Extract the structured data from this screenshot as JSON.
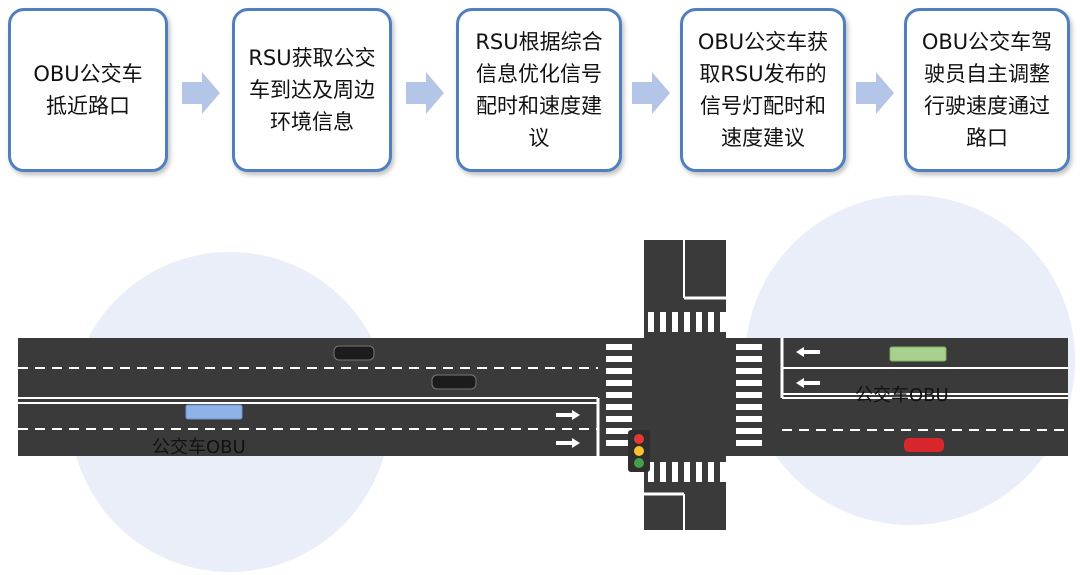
{
  "steps": [
    {
      "text": "OBU公交车抵近路口"
    },
    {
      "text": "RSU获取公交车到达及周边环境信息"
    },
    {
      "text": "RSU根据综合信息优化信号配时和速度建议"
    },
    {
      "text": "OBU公交车获取RSU发布的信号灯配时和速度建议"
    },
    {
      "text": "OBU公交车驾驶员自主调整行驶速度通过路口"
    }
  ],
  "labels": {
    "left_bus": "公交车OBU",
    "right_bus": "公交车OBU"
  },
  "colors": {
    "box_border": "#4f7fbf",
    "arrow_fill": "#b4c6e7",
    "road": "#3a3a3a",
    "zone": "#e9eef8",
    "bus_left": "#8fb3e8",
    "bus_right": "#a9d18e",
    "car_red": "#d7262c",
    "light_red": "#e53935",
    "light_yellow": "#fbc02d",
    "light_green": "#43a047"
  }
}
